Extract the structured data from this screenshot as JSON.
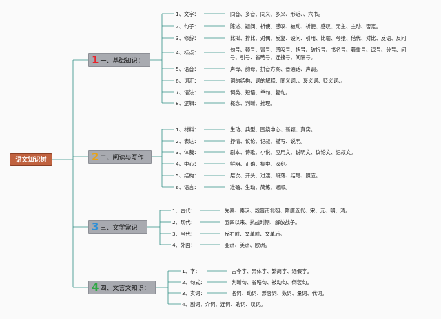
{
  "root": "语文知识树",
  "colors": {
    "line": "#2f8e84",
    "root_bg": "#c0623f",
    "section_bg": "#a8aab0"
  },
  "sections": [
    {
      "num": "1",
      "num_color": "#e8232b",
      "label": "一、基础知识：",
      "items": [
        {
          "label": "1、文字：",
          "text": [
            "同音、多音、同义、多义、形近、、六书。"
          ]
        },
        {
          "label": "2、句子：",
          "text": [
            "陈述、疑问、祈使、感叹、被动、祈使、感叹、无主、主动、否定。"
          ]
        },
        {
          "label": "3、修辞：",
          "text": [
            "比拟、排比、对偶、反复、设问、引用、比喻、夸张、借代、对比、反语、反问"
          ]
        },
        {
          "label": "4、标点：",
          "text": [
            "句号、顿号、冒号、感叹号、括号、破折号、书名号、着重号、逗号、分号、问",
            "号、引号、省略号、连接号、间隔号。"
          ]
        },
        {
          "label": "5、语音：",
          "text": [
            "声母、韵母、拼音方案、普通话、声调。"
          ]
        },
        {
          "label": "6、词汇：",
          "text": [
            "词的结构、词的解释、同义词、、褒义词、贬义词、。"
          ]
        },
        {
          "label": "7、语法：",
          "text": [
            "词类、短语、单句、复句。"
          ]
        },
        {
          "label": "8、逻辑：",
          "text": [
            "概念、判断、推理。"
          ]
        }
      ]
    },
    {
      "num": "2",
      "num_color": "#e8a317",
      "label": "二、阅读与写作",
      "items": [
        {
          "label": "1、材料：",
          "text": [
            "生动、典型、围绕中心、新颖、真实。"
          ]
        },
        {
          "label": "2、表达：",
          "text": [
            "抒情、议论、记叙、描写、说明。"
          ]
        },
        {
          "label": "3、体裁：",
          "text": [
            "剧本、诗歌、小说、应用文、说明文、议论文、记叙文。"
          ]
        },
        {
          "label": "4、中心：",
          "text": [
            "鲜明、正确、集中、深刻。"
          ]
        },
        {
          "label": "5、结构：",
          "text": [
            "层次、开头、过渡、段落、结尾、照应。"
          ]
        },
        {
          "label": "6、语言：",
          "text": [
            "准确、生动、简练、通顺。"
          ]
        }
      ]
    },
    {
      "num": "3",
      "num_color": "#2e8fd6",
      "label": "三、文学常识",
      "items": [
        {
          "label": "1、古代：",
          "text": [
            "先秦、秦汉、魏晋南北朝、隋唐五代、宋、元、明、清。"
          ]
        },
        {
          "label": "2、现代：",
          "text": [
            "五四以来、抗战时期、解放战争。"
          ]
        },
        {
          "label": "3、当代：",
          "text": [
            "反右前、文革前、文革后。"
          ]
        },
        {
          "label": "4、外国：",
          "text": [
            "亚洲、美洲、欧洲。"
          ]
        }
      ]
    },
    {
      "num": "4",
      "num_color": "#2fa845",
      "label": "四、文言文知识：",
      "items": [
        {
          "label": "1、字：",
          "text": [
            "古今字、异体字、繁简字、通假字。"
          ]
        },
        {
          "label": "2、句式：",
          "text": [
            "判断句、省略句、被动句、倒装句。"
          ]
        },
        {
          "label": "3、实词：",
          "text": [
            "名词、动词、形容词、数词、量词、代词。"
          ]
        },
        {
          "label": "4、副词、介词、连词、助词、叹词。",
          "text": []
        }
      ]
    }
  ]
}
